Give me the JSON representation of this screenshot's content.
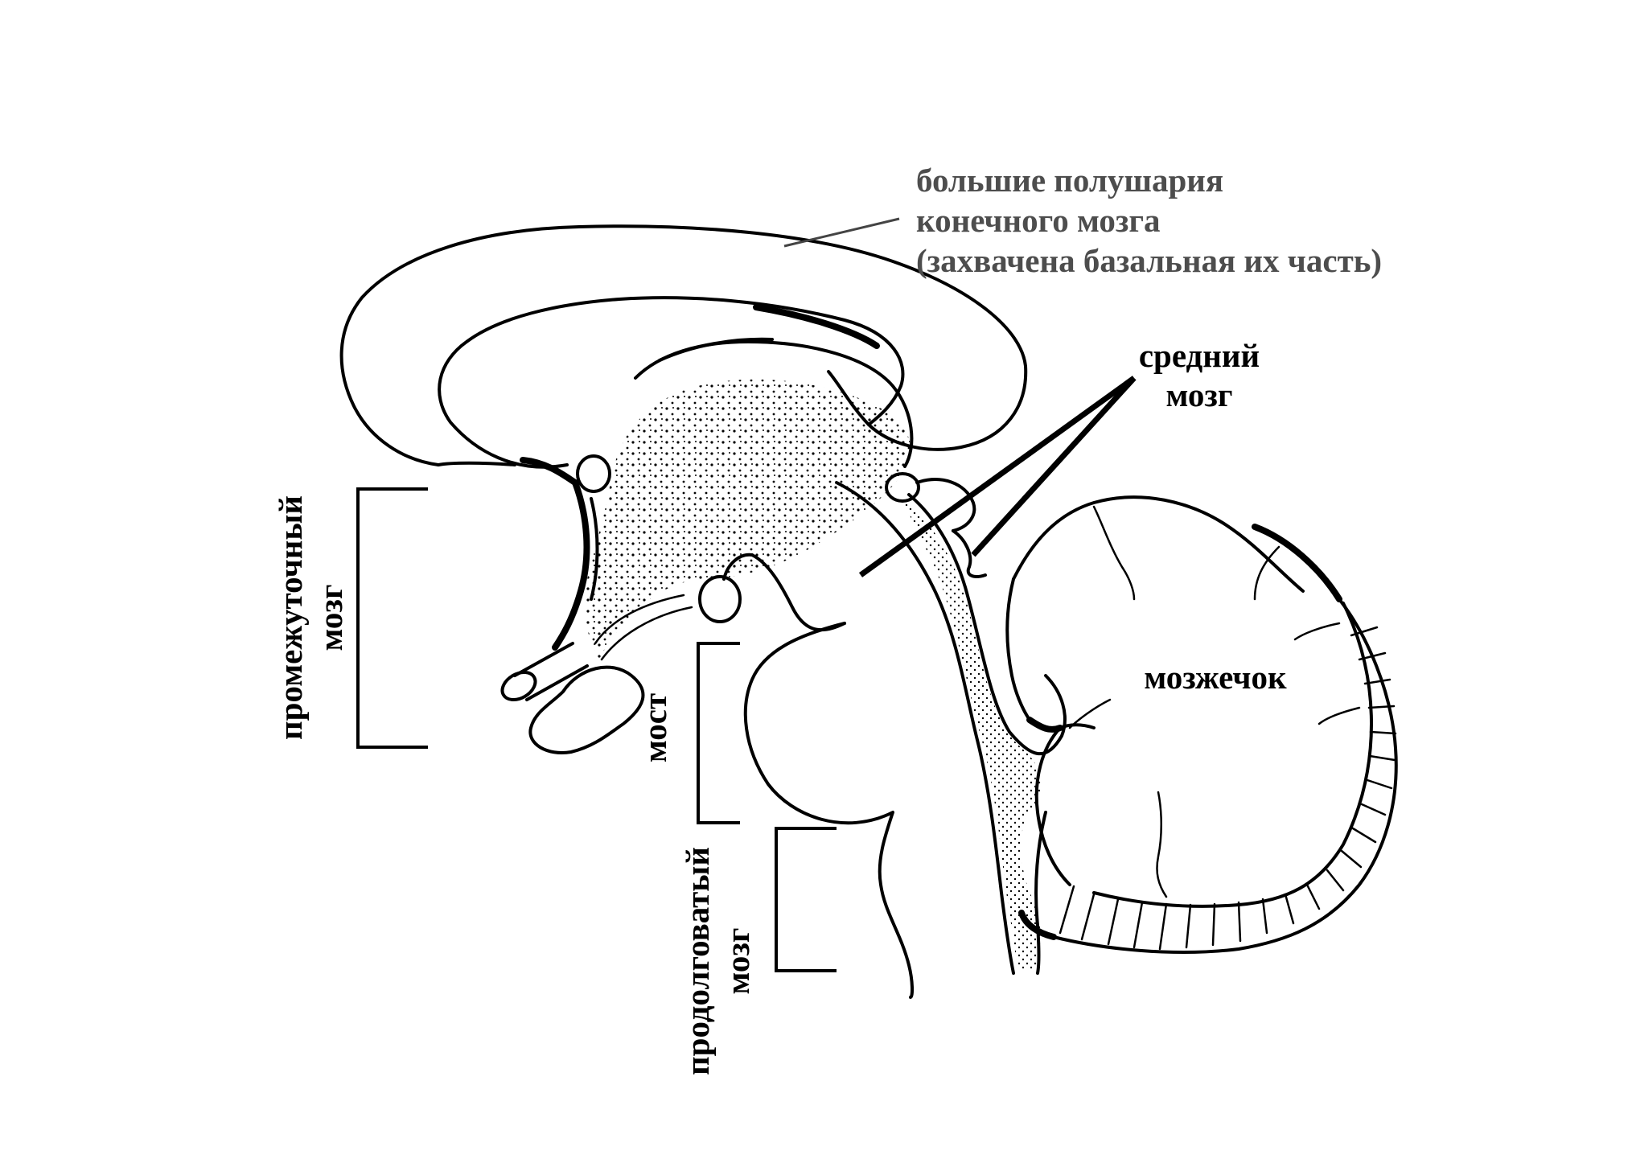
{
  "labels": {
    "cerebrum_line1": "большие полушария",
    "cerebrum_line2": "конечного мозга",
    "cerebrum_line3": "(захвачена базальная их часть)",
    "midbrain_line1": "средний",
    "midbrain_line2": "мозг",
    "cerebellum": "мозжечок",
    "diencephalon_line1": "промежуточный",
    "diencephalon_line2": "мозг",
    "pons": "мост",
    "medulla_line1": "продолговатый",
    "medulla_line2": "мозг"
  },
  "colors": {
    "line": "#000000",
    "cerebrum_label": "#4d4d4d",
    "background": "#ffffff"
  }
}
